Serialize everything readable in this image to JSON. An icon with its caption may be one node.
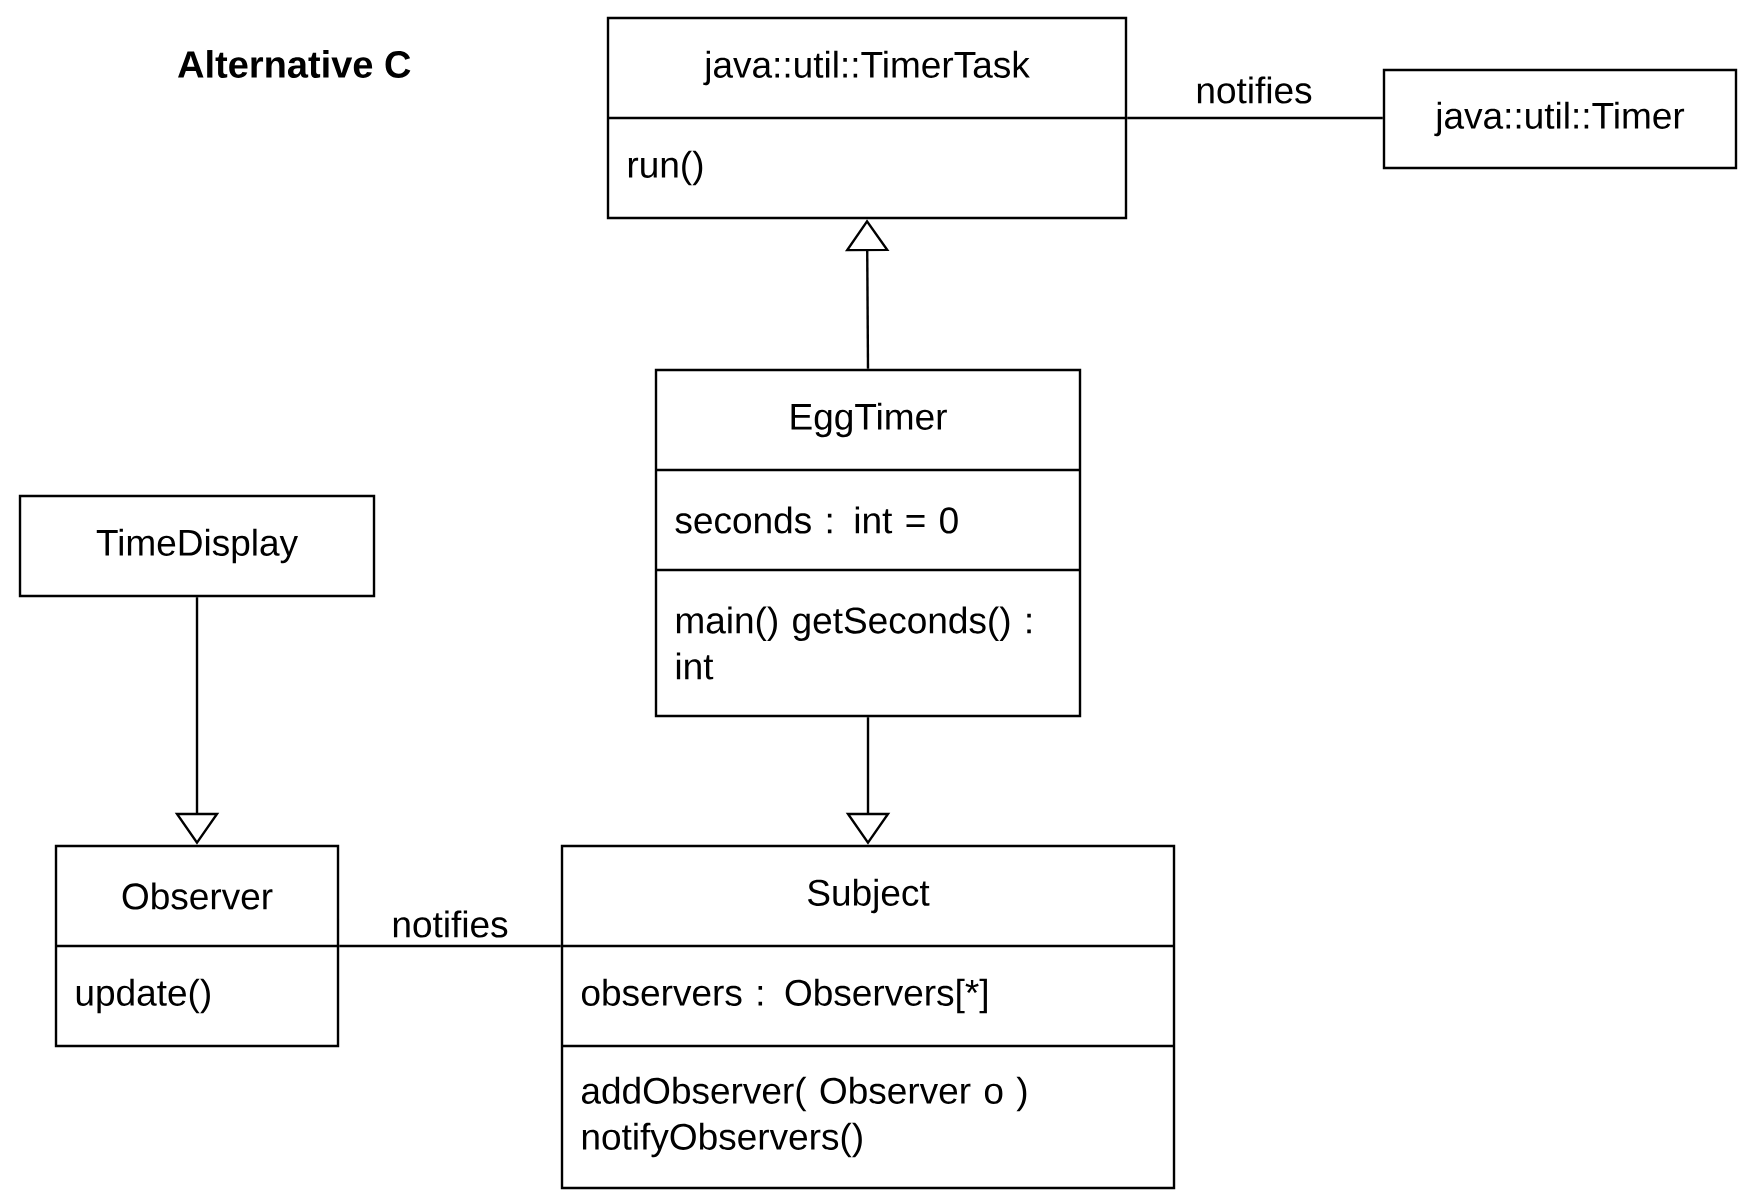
{
  "diagram": {
    "title": "Alternative C",
    "nodes": [
      {
        "text": [
          "java::util::TimerTask",
          "run()"
        ]
      },
      {
        "text": [
          "java::util::Timer"
        ]
      },
      {
        "text": [
          "EggTimer",
          "seconds : int = 0",
          "main() getSeconds() : int"
        ]
      },
      {
        "text": [
          "TimeDisplay"
        ]
      },
      {
        "text": [
          "Observer",
          "update()"
        ]
      },
      {
        "text": [
          "Subject",
          "observers : Observers[*]",
          "addObserver( Observer o ) notifyObservers()"
        ]
      }
    ],
    "edges": [
      {
        "from": 0,
        "to": 1,
        "arrow": "none",
        "label": "notifies"
      },
      {
        "from": 2,
        "to": 0,
        "arrow": "to"
      },
      {
        "from": 3,
        "to": 4,
        "arrow": "to"
      },
      {
        "from": 2,
        "to": 5,
        "arrow": "to"
      },
      {
        "from": 4,
        "to": 5,
        "arrow": "none",
        "label": "notifies"
      }
    ]
  }
}
